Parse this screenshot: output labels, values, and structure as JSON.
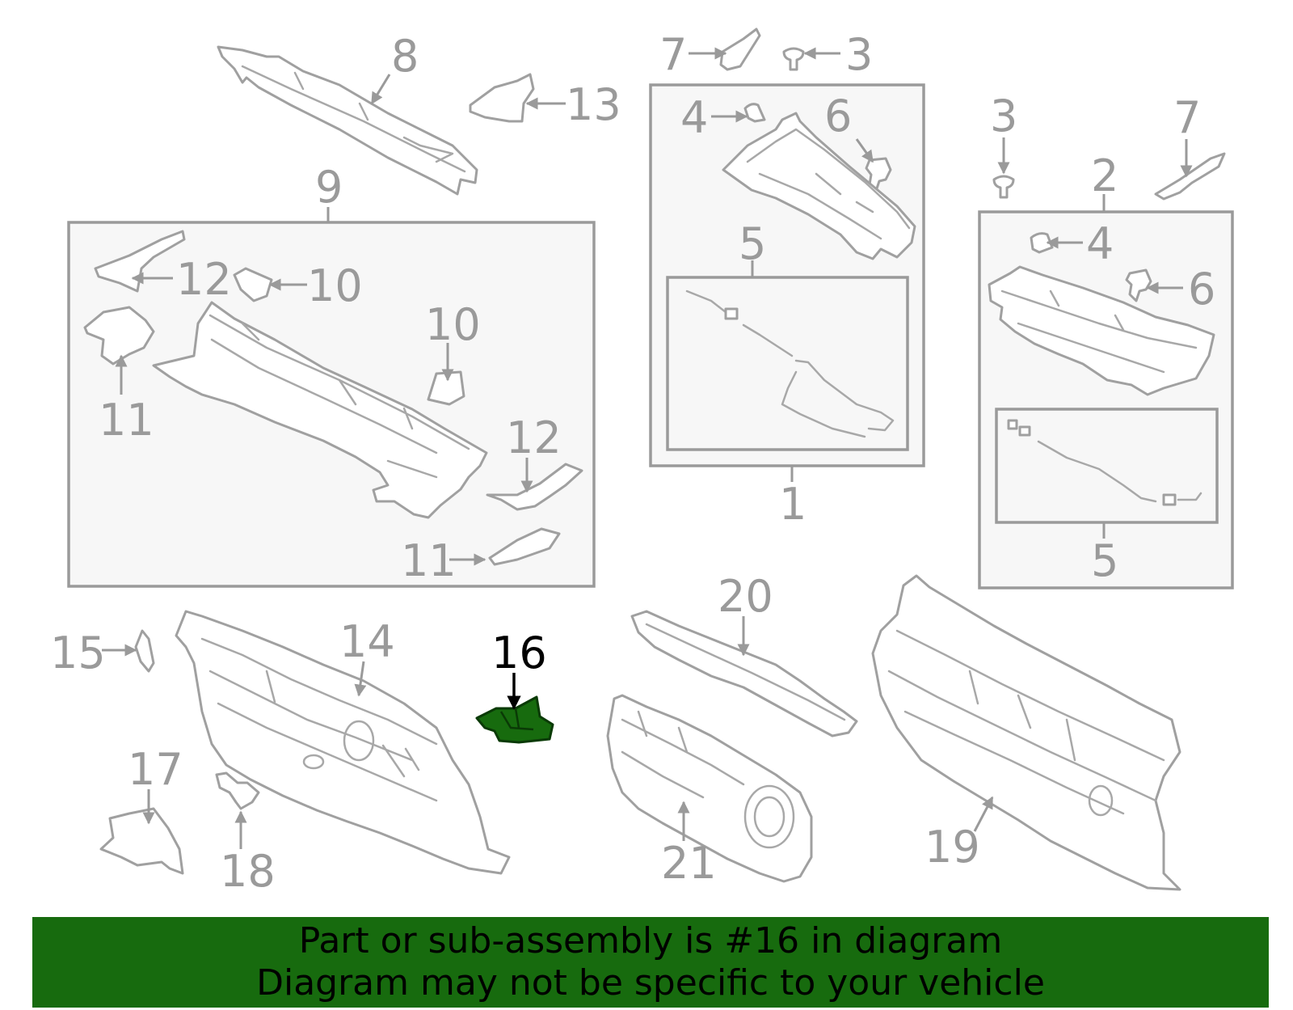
{
  "callouts": {
    "c1": "1",
    "c2": "2",
    "c3a": "3",
    "c3b": "3",
    "c4a": "4",
    "c4b": "4",
    "c5a": "5",
    "c5b": "5",
    "c6a": "6",
    "c6b": "6",
    "c7a": "7",
    "c7b": "7",
    "c8": "8",
    "c9": "9",
    "c10a": "10",
    "c10b": "10",
    "c11a": "11",
    "c11b": "11",
    "c12a": "12",
    "c12b": "12",
    "c13": "13",
    "c14": "14",
    "c15": "15",
    "c16": "16",
    "c17": "17",
    "c18": "18",
    "c19": "19",
    "c20": "20",
    "c21": "21"
  },
  "highlight": {
    "part_number": "16",
    "color": "#176b0e"
  },
  "banner": {
    "line1": "Part or sub-assembly is #16 in diagram",
    "line2": "Diagram may not be specific to your vehicle",
    "background": "#176b0e"
  }
}
